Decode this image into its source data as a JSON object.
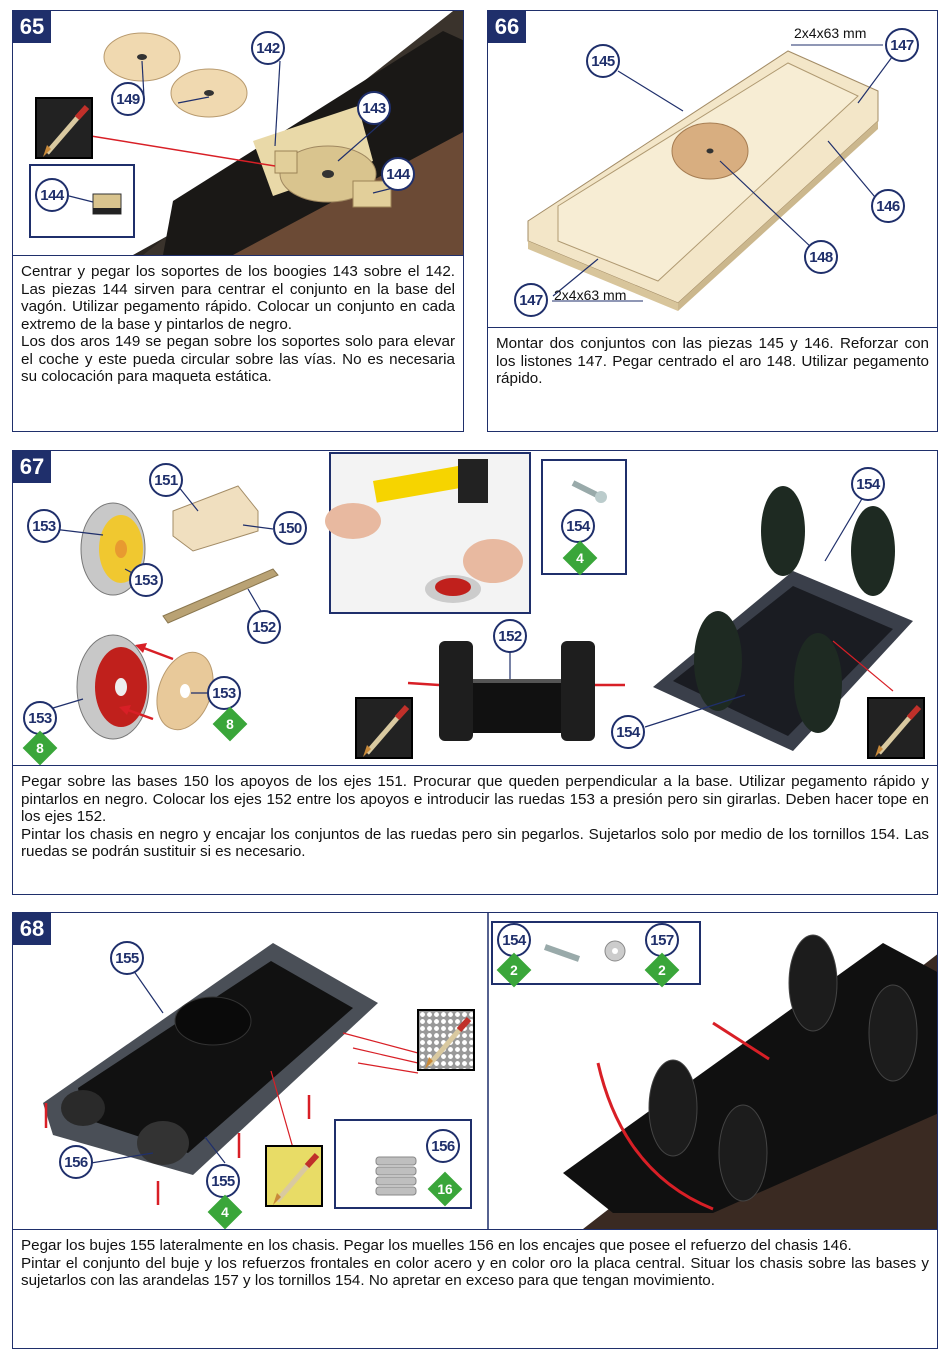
{
  "colors": {
    "border": "#1f2f6b",
    "badge_text": "#1f2f6b",
    "qty_green": "#3aa63a",
    "arrow_red": "#d81f26"
  },
  "steps": {
    "s65": {
      "number": "65",
      "labels": {
        "p149": "149",
        "p142": "142",
        "p143": "143",
        "p144": "144",
        "p144_inset": "144"
      },
      "text": [
        "Centrar y pegar los soportes de los boogies 143 sobre el 142. Las piezas 144 sirven para centrar el conjunto en la base del vagón. Utilizar pegamento rápido. Colocar un conjunto en cada extremo de la base y pintarlos de negro.",
        "Los dos aros 149 se pegan sobre los soportes solo para elevar el coche y este pueda circular sobre las vías. No es necesaria su colocación para maqueta estática."
      ]
    },
    "s66": {
      "number": "66",
      "dim_top": "2x4x63 mm",
      "dim_bottom": "2x4x63 mm",
      "labels": {
        "p145": "145",
        "p147_top": "147",
        "p146": "146",
        "p148": "148",
        "p147_bottom": "147"
      },
      "text": [
        "Montar dos conjuntos con las piezas 145 y 146. Reforzar con los listones 147. Pegar centrado el aro 148. Utilizar pegamento rápido."
      ]
    },
    "s67": {
      "number": "67",
      "labels": {
        "p151": "151",
        "p150": "150",
        "p153_a": "153",
        "p153_b": "153",
        "p152": "152",
        "p153_c": "153",
        "p153_d": "153",
        "p154_inset": "154",
        "p152_axle": "152",
        "p154_top": "154",
        "p154_bottom": "154"
      },
      "qty": {
        "q8_a": "8",
        "q8_b": "8",
        "q4": "4"
      },
      "text": [
        "Pegar sobre las bases 150 los apoyos de los ejes 151. Procurar que queden perpendicular a la base. Utilizar pegamento rápido y pintarlos en negro. Colocar los ejes 152 entre los apoyos e introducir las ruedas 153 a presión pero sin girarlas. Deben hacer tope en los ejes 152.",
        "Pintar los chasis en negro y encajar los conjuntos de las ruedas pero sin pegarlos. Sujetarlos solo por medio de los tornillos 154. Las ruedas se podrán sustituir si es necesario."
      ]
    },
    "s68": {
      "number": "68",
      "labels": {
        "p155_top": "155",
        "p156_left": "156",
        "p155_bottom": "155",
        "p156_inset": "156",
        "p154": "154",
        "p157": "157"
      },
      "qty": {
        "q4": "4",
        "q16": "16",
        "q2_a": "2",
        "q2_b": "2"
      },
      "text": [
        "Pegar los bujes 155 lateralmente en los chasis. Pegar los muelles 156 en los encajes que posee el refuerzo del chasis 146.",
        "Pintar el conjunto del buje y los refuerzos frontales en color acero y en color oro la placa central. Situar los chasis sobre las bases y sujetarlos con las arandelas 157 y los tornillos 154. No apretar en exceso para que tengan movimiento."
      ]
    }
  }
}
